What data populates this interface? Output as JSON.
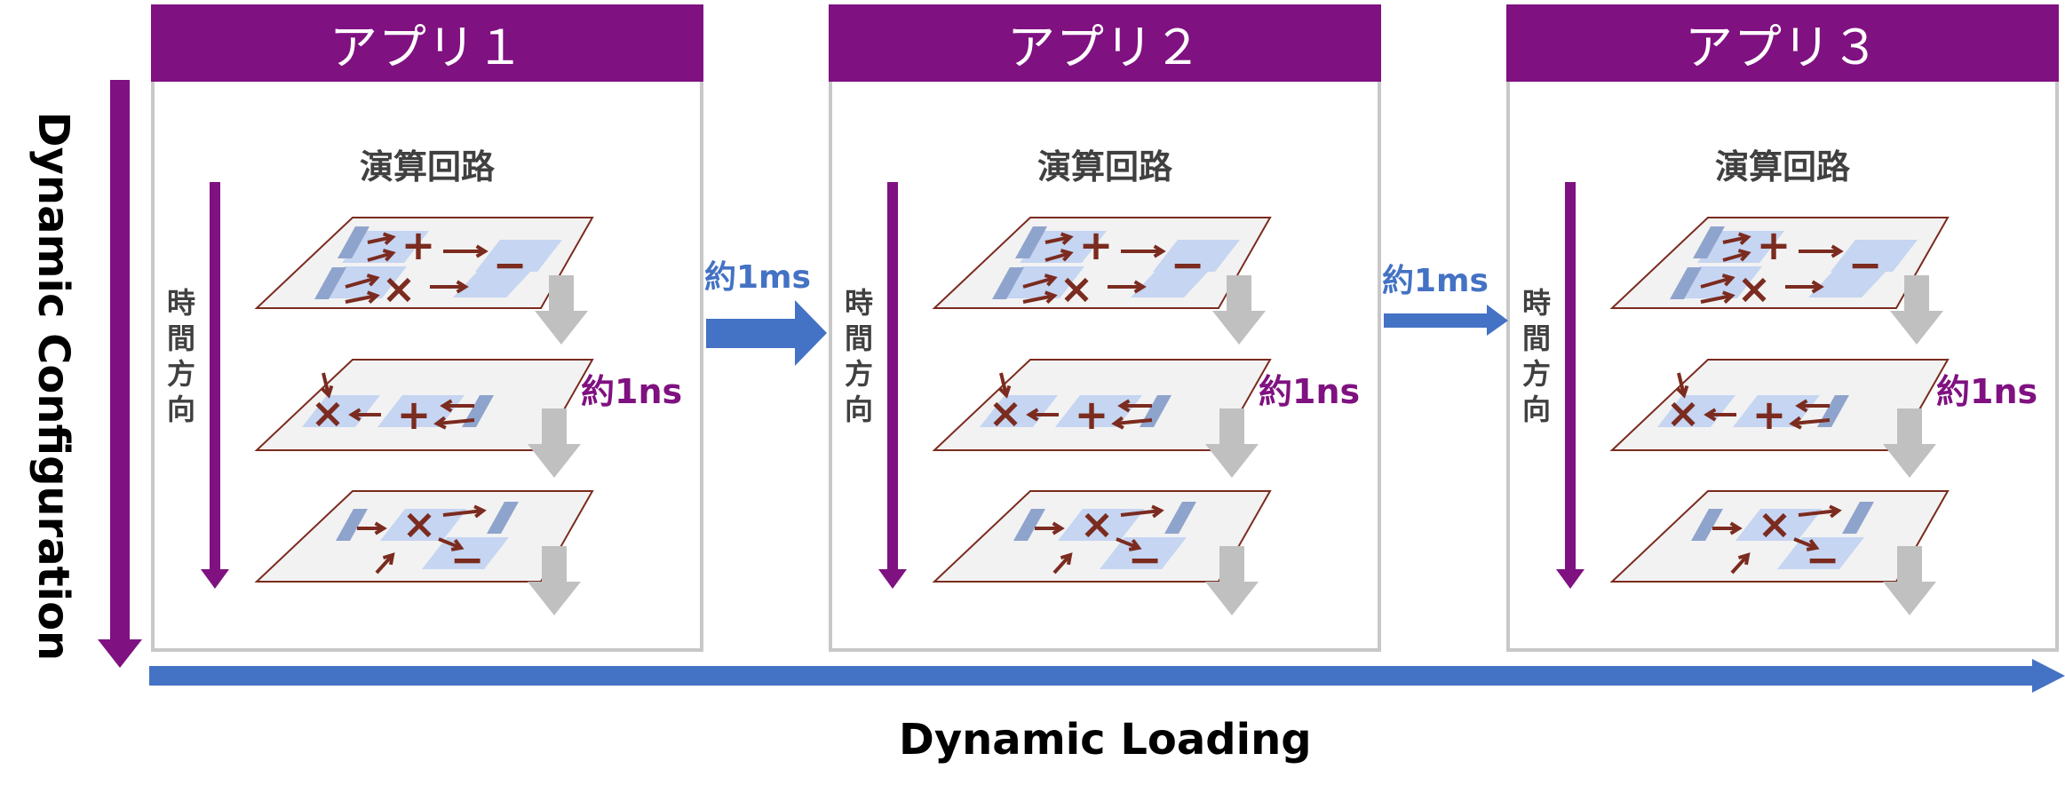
{
  "diagram": {
    "apps": [
      {
        "header": "アプリ１",
        "circuit_label": "演算回路",
        "time_label": [
          "時",
          "間",
          "方",
          "向"
        ],
        "layer_gap_label": "約1ns"
      },
      {
        "header": "アプリ２",
        "circuit_label": "演算回路",
        "time_label": [
          "時",
          "間",
          "方",
          "向"
        ],
        "layer_gap_label": "約1ns"
      },
      {
        "header": "アプリ３",
        "circuit_label": "演算回路",
        "time_label": [
          "時",
          "間",
          "方",
          "向"
        ],
        "layer_gap_label": "約1ns"
      }
    ],
    "transitions": [
      {
        "label": "約1ms"
      },
      {
        "label": "約1ms"
      }
    ],
    "axes": {
      "vertical": "Dynamic Configuration",
      "horizontal": "Dynamic Loading"
    },
    "symbols": {
      "plus": "+",
      "minus": "−",
      "times": "×"
    },
    "colors": {
      "purple": "#7f1181",
      "blue": "#4472c4",
      "dark_red": "#7b2b1f",
      "light_blue": "#c5d5f2",
      "mid_blue": "#8fa4cc",
      "grey": "#c0c0c0"
    }
  }
}
